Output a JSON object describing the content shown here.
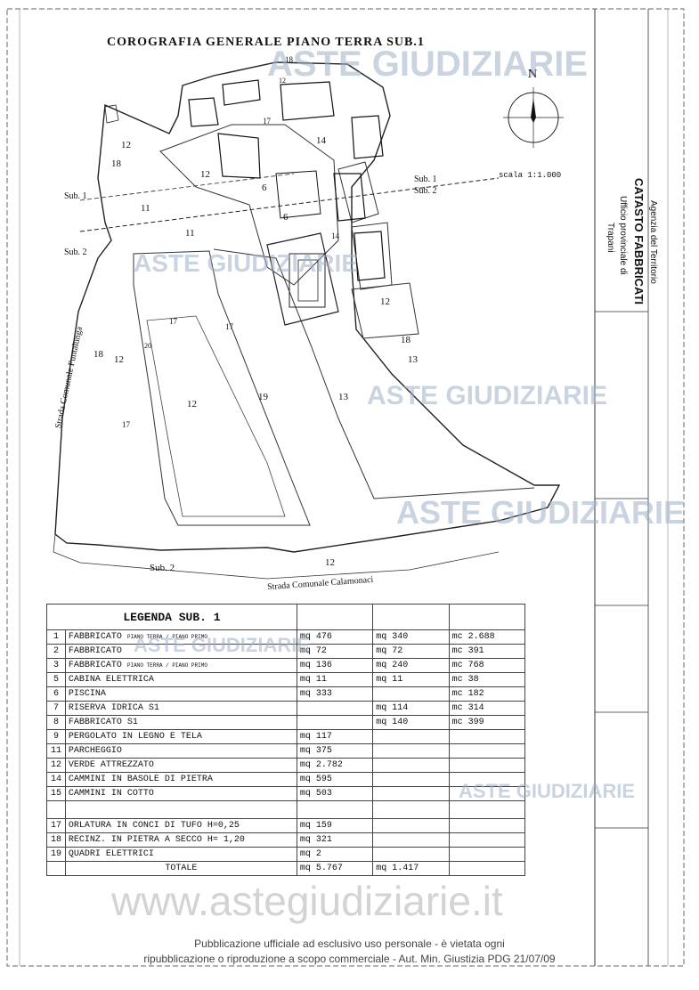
{
  "title": "COROGRAFIA GENERALE PIANO TERRA SUB.1",
  "map_labels": {
    "north": "N",
    "scale": "scala 1:1.000",
    "sub1_left": "Sub. 1",
    "sub2_left": "Sub. 2",
    "sub1_right": "Sub. 1",
    "sub2_right": "Sub. 2",
    "sub2_bottom": "Sub. 2",
    "road_left": "Strada Comunale Funtalunga",
    "road_bottom": "Strada Comunale Calamonaci",
    "n12a": "12",
    "n18a": "18",
    "n12b": "12",
    "n11a": "11",
    "n11b": "11",
    "n18b": "18",
    "n12c": "12",
    "n12d": "12",
    "n19": "19",
    "n13a": "13",
    "n12e": "12",
    "n18c": "18",
    "n13b": "13",
    "n12f": "12",
    "n14a": "14",
    "n14b": "14",
    "n17a": "17",
    "n17b": "17",
    "n17c": "17",
    "n20": "20",
    "n6a": "6",
    "n6b": "6",
    "n18top": "18",
    "n12top": "12",
    "n17top": "17"
  },
  "side_panel": {
    "agency": "Agenzia del Territorio",
    "catasto": "CATASTO FABBRICATI",
    "office": "Ufficio provinciale di",
    "office_city": "Trapani"
  },
  "legend": {
    "title": "LEGENDA SUB. 1",
    "rows": [
      {
        "n": "1",
        "desc": "FABBRICATO",
        "note": "PIANO TERRA / PIANO PRIMO",
        "v1": "mq  476",
        "v2": "mq  340",
        "v3": "mc 2.688"
      },
      {
        "n": "2",
        "desc": "FABBRICATO",
        "note": "",
        "v1": "mq  72",
        "v2": "mq  72",
        "v3": "mc  391"
      },
      {
        "n": "3",
        "desc": "FABBRICATO",
        "note": "PIANO TERRA / PIANO PRIMO",
        "v1": "mq  136",
        "v2": "mq  240",
        "v3": "mc  768"
      },
      {
        "n": "5",
        "desc": "CABINA ELETTRICA",
        "note": "",
        "v1": "mq  11",
        "v2": "mq  11",
        "v3": "mc  38"
      },
      {
        "n": "6",
        "desc": "PISCINA",
        "note": "",
        "v1": "mq  333",
        "v2": "",
        "v3": "mc  182"
      },
      {
        "n": "7",
        "desc": "RISERVA IDRICA S1",
        "note": "",
        "v1": "",
        "v2": "mq  114",
        "v3": "mc  314"
      },
      {
        "n": "8",
        "desc": "FABBRICATO S1",
        "note": "",
        "v1": "",
        "v2": "mq  140",
        "v3": "mc  399"
      },
      {
        "n": "9",
        "desc": "PERGOLATO IN LEGNO E TELA",
        "note": "",
        "v1": "mq  117",
        "v2": "",
        "v3": ""
      },
      {
        "n": "11",
        "desc": "PARCHEGGIO",
        "note": "",
        "v1": "mq  375",
        "v2": "",
        "v3": ""
      },
      {
        "n": "12",
        "desc": "VERDE ATTREZZATO",
        "note": "",
        "v1": "mq  2.782",
        "v2": "",
        "v3": ""
      },
      {
        "n": "14",
        "desc": "CAMMINI IN BASOLE DI PIETRA",
        "note": "",
        "v1": "mq  595",
        "v2": "",
        "v3": ""
      },
      {
        "n": "15",
        "desc": "CAMMINI IN COTTO",
        "note": "",
        "v1": "mq  503",
        "v2": "",
        "v3": ""
      },
      {
        "n": "",
        "desc": "",
        "note": "",
        "v1": "",
        "v2": "",
        "v3": ""
      },
      {
        "n": "17",
        "desc": "ORLATURA IN CONCI DI TUFO H=0,25",
        "note": "",
        "v1": "mq  159",
        "v2": "",
        "v3": ""
      },
      {
        "n": "18",
        "desc": "RECINZ. IN PIETRA A SECCO H= 1,20",
        "note": "",
        "v1": "mq  321",
        "v2": "",
        "v3": ""
      },
      {
        "n": "19",
        "desc": "QUADRI ELETTRICI",
        "note": "",
        "v1": "mq  2",
        "v2": "",
        "v3": ""
      }
    ],
    "total_label": "TOTALE",
    "total_v1": "mq  5.767",
    "total_v2": "mq  1.417"
  },
  "watermark": "www.astegiudiziarie.it",
  "watermark_logo": "ASTE GIUDIZIARIE",
  "footer_line1": "Pubblicazione ufficiale ad esclusivo uso personale - è vietata ogni",
  "footer_line2": "ripubblicazione o riproduzione a scopo commerciale - Aut. Min. Giustizia PDG 21/07/09"
}
